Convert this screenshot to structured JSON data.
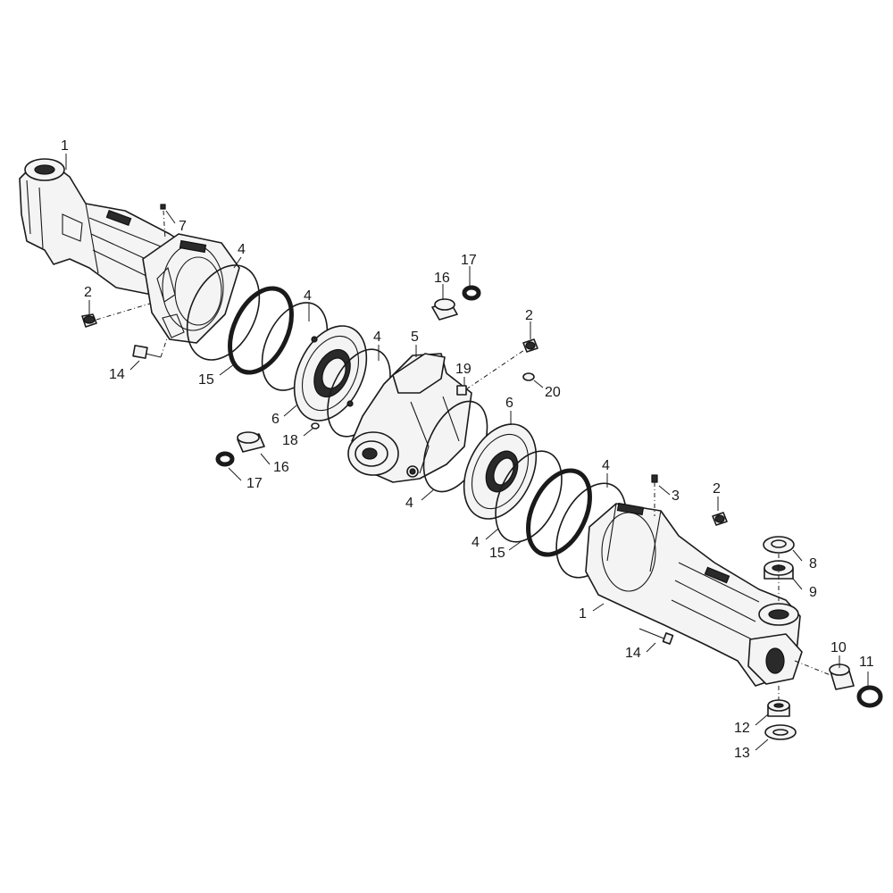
{
  "callouts": [
    {
      "id": "c1a",
      "label": "1"
    },
    {
      "id": "c7",
      "label": "7"
    },
    {
      "id": "c4a",
      "label": "4"
    },
    {
      "id": "c2a",
      "label": "2"
    },
    {
      "id": "c14a",
      "label": "14"
    },
    {
      "id": "c15a",
      "label": "15"
    },
    {
      "id": "c4b",
      "label": "4"
    },
    {
      "id": "c6a",
      "label": "6"
    },
    {
      "id": "c18",
      "label": "18"
    },
    {
      "id": "c4c",
      "label": "4"
    },
    {
      "id": "c5",
      "label": "5"
    },
    {
      "id": "c16a",
      "label": "16"
    },
    {
      "id": "c17a",
      "label": "17"
    },
    {
      "id": "c2b",
      "label": "2"
    },
    {
      "id": "c19",
      "label": "19"
    },
    {
      "id": "c20",
      "label": "20"
    },
    {
      "id": "c16b",
      "label": "16"
    },
    {
      "id": "c17b",
      "label": "17"
    },
    {
      "id": "c4d",
      "label": "4"
    },
    {
      "id": "c6b",
      "label": "6"
    },
    {
      "id": "c4e",
      "label": "4"
    },
    {
      "id": "c4f",
      "label": "4"
    },
    {
      "id": "c15b",
      "label": "15"
    },
    {
      "id": "c3",
      "label": "3"
    },
    {
      "id": "c2c",
      "label": "2"
    },
    {
      "id": "c8",
      "label": "8"
    },
    {
      "id": "c9",
      "label": "9"
    },
    {
      "id": "c1b",
      "label": "1"
    },
    {
      "id": "c14b",
      "label": "14"
    },
    {
      "id": "c10",
      "label": "10"
    },
    {
      "id": "c11",
      "label": "11"
    },
    {
      "id": "c12",
      "label": "12"
    },
    {
      "id": "c13",
      "label": "13"
    }
  ]
}
